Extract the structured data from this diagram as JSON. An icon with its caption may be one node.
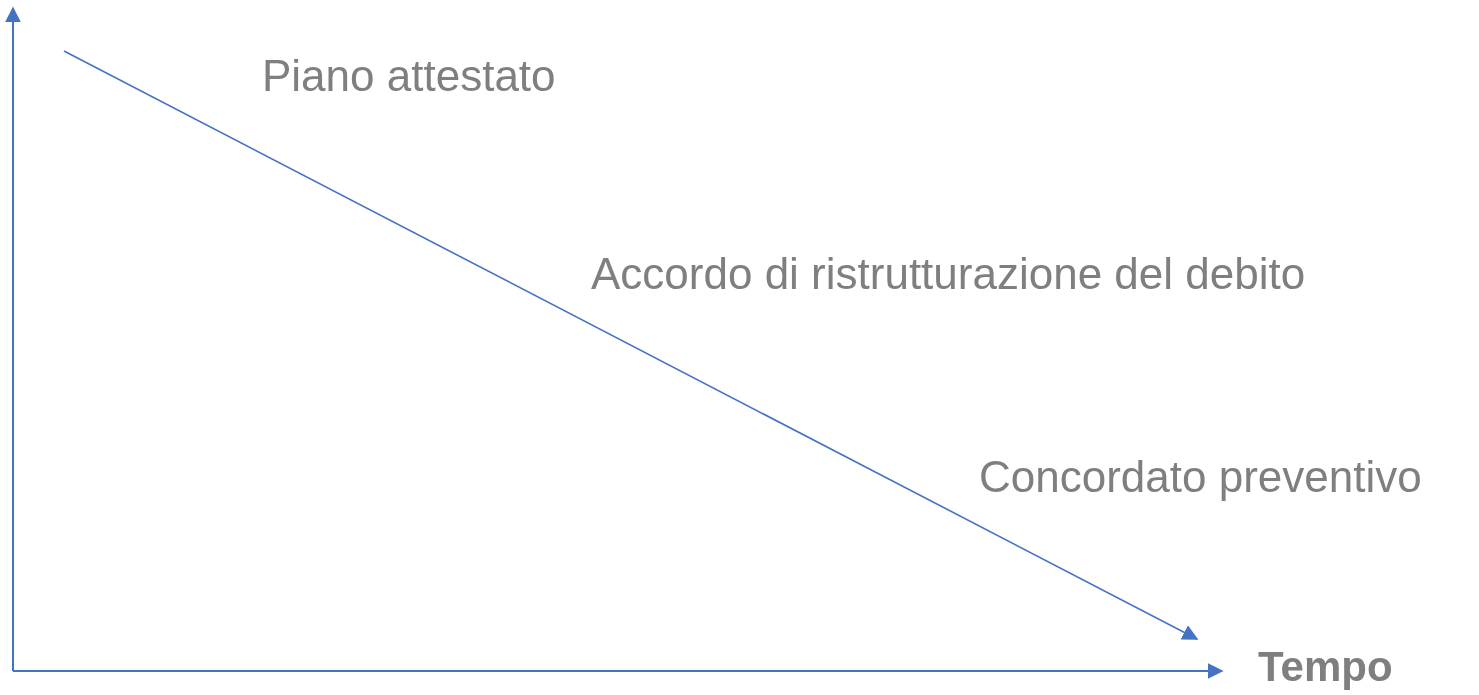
{
  "diagram": {
    "labels": [
      "Piano attestato",
      "Accordo di ristrutturazione del debito",
      "Concordato preventivo",
      "Tempo"
    ]
  }
}
